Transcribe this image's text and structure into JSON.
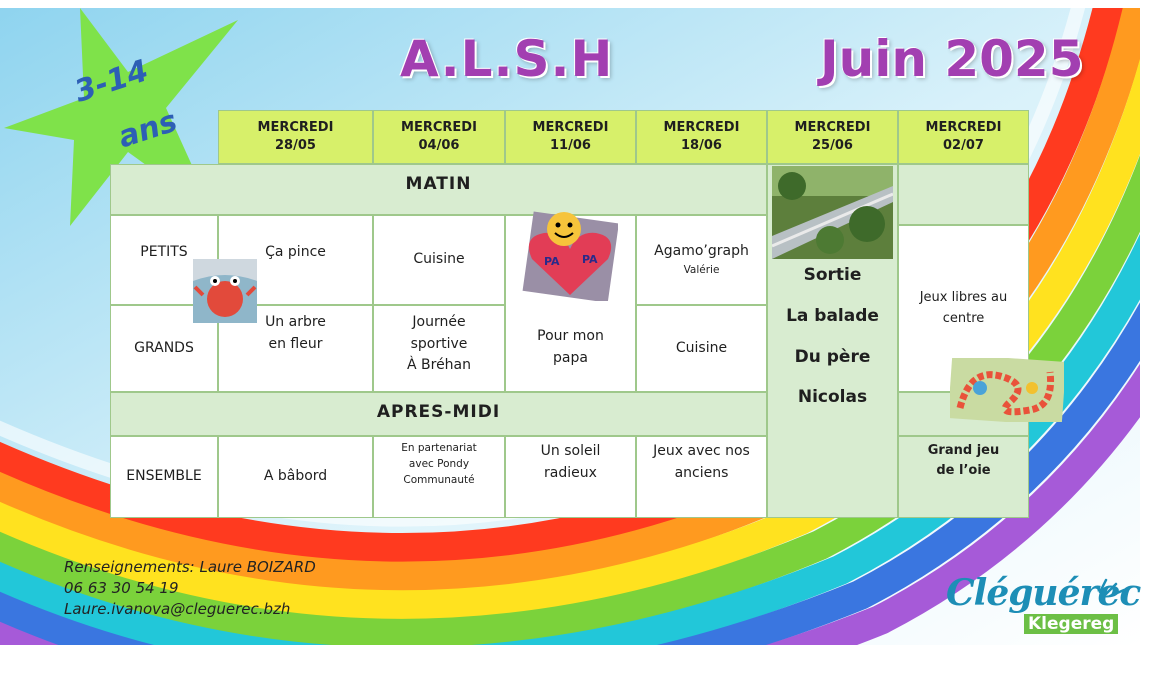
{
  "header": {
    "title": "A.L.S.H",
    "month": "Juin 2025",
    "age_range": "3-14",
    "age_unit": "ans"
  },
  "columns": [
    {
      "day": "MERCREDI",
      "date": "28/05"
    },
    {
      "day": "MERCREDI",
      "date": "04/06"
    },
    {
      "day": "MERCREDI",
      "date": "11/06"
    },
    {
      "day": "MERCREDI",
      "date": "18/06"
    },
    {
      "day": "MERCREDI",
      "date": "25/06"
    },
    {
      "day": "MERCREDI",
      "date": "02/07"
    }
  ],
  "sections": {
    "morning": "MATIN",
    "afternoon": "APRES-MIDI"
  },
  "groups": {
    "petits": "PETITS",
    "grands": "GRANDS",
    "ensemble": "ENSEMBLE"
  },
  "activities": {
    "petits": [
      "Ça pince",
      "Cuisine",
      "Pour mon\npapa",
      "Agamo’graph",
      "",
      ""
    ],
    "petits_note_18_06": "Valérie",
    "grands": [
      "Un arbre\nen fleur",
      "Journée\nsportive\nÀ Bréhan",
      "",
      "Cuisine",
      "",
      ""
    ],
    "outing_25_06": "Sortie\nLa balade\nDu père\nNicolas",
    "free_play_02_07": "Jeux libres au\ncentre",
    "ensemble": [
      "A bâbord",
      "En partenariat\navec Pondy\nCommunauté",
      "Un soleil\nradieux",
      "Jeux avec nos\nanciens",
      "",
      "Grand jeu\nde l’oie"
    ]
  },
  "contact": {
    "line1": "Renseignements: Laure BOIZARD",
    "line2": "06 63 30 54 19",
    "line3": "Laure.ivanova@cleguerec.bzh"
  },
  "logo": {
    "name": "Cléguérec",
    "sub": "Klegereg"
  },
  "colors": {
    "title": "#a23fb1",
    "star": "#7fe24a",
    "header_cells": "#d7f06a",
    "band": "#d8ecd0",
    "border": "#9fc88b",
    "logo_blue": "#1d8eb6",
    "logo_green": "#6cbf45"
  }
}
